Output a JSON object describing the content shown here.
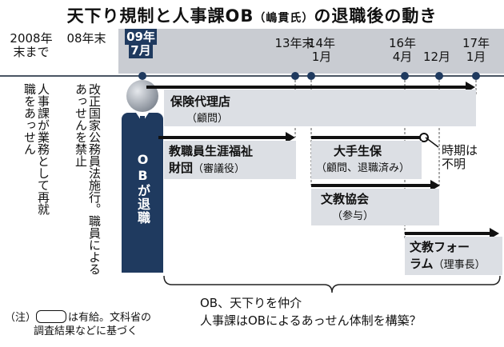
{
  "title": {
    "main": "天下り規制と人事課OB",
    "sub": "（嶋貫氏）",
    "tail": "の退職後の動き"
  },
  "timeline_labels": [
    {
      "id": "d2008",
      "line1": "2008年",
      "line2": "末まで"
    },
    {
      "id": "d08",
      "line1": "08年末",
      "line2": ""
    },
    {
      "id": "d09",
      "line1": "09年",
      "line2": "7月"
    },
    {
      "id": "d13",
      "line1": "13年末",
      "line2": ""
    },
    {
      "id": "d14",
      "line1": "14年",
      "line2": "1月"
    },
    {
      "id": "d16",
      "line1": "16年",
      "line2": "4月"
    },
    {
      "id": "d16b",
      "line1": "12月",
      "line2": ""
    },
    {
      "id": "d17",
      "line1": "17年",
      "line2": "1月"
    }
  ],
  "col1_text": "人事課が業務として再就職をあっせん",
  "col2_text": "改正国家公務員法施行。職員によるあっせんを禁止",
  "ob_label": "OBが退職",
  "boxes": [
    {
      "name": "保険代理店",
      "sub": "（顧問）"
    },
    {
      "name": "教職員生涯福祉",
      "name2": "財団",
      "sub": "（審議役）"
    },
    {
      "name": "大手生保",
      "sub": "（顧問、退職済み）"
    },
    {
      "name": "文教協会",
      "sub": "（参与）"
    },
    {
      "name": "文教フォー",
      "name2": "ラム",
      "sub": "（理事長）"
    }
  ],
  "unknown_label": {
    "line1": "時期は",
    "line2": "不明"
  },
  "note": {
    "prefix": "（注）",
    "after_box": "は有給。文科省の",
    "line2": "調査結果などに基づく"
  },
  "bottom": {
    "line1": "OB、天下りを仲介",
    "line2": "人事課はOBによるあっせん体制を構築？"
  },
  "colors": {
    "navy": "#1f3a5f",
    "box": "#dcdfe4",
    "timeline_band": "#c9ccd2"
  }
}
